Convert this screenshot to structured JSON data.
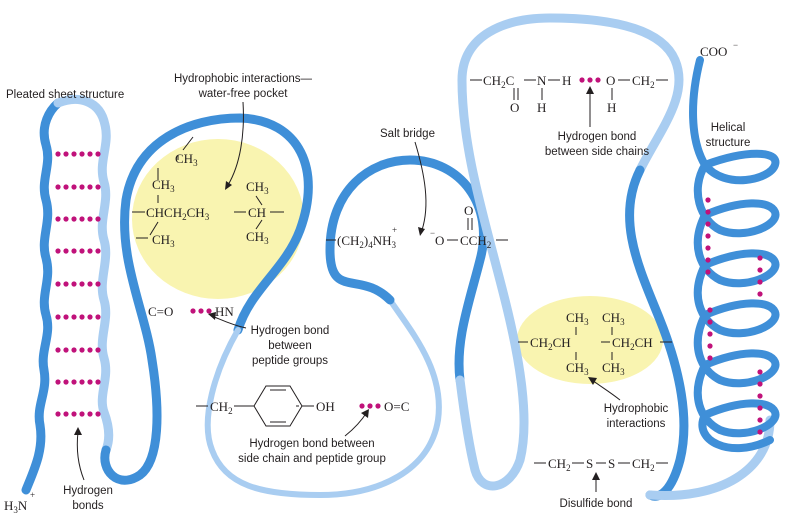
{
  "colors": {
    "ribbon": "#3f8fd8",
    "ribbon_light": "#a9cdf1",
    "pocket": "#f9f4b0",
    "hbond_dot": "#c0127a",
    "text": "#231f20"
  },
  "labels": {
    "pleated_sheet": "Pleated sheet structure",
    "hydrophobic_pocket_1": "Hydrophobic interactions—",
    "hydrophobic_pocket_2": "water-free pocket",
    "salt_bridge": "Salt bridge",
    "hbond_side_chains_1": "Hydrogen bond",
    "hbond_side_chains_2": "between side chains",
    "helical_1": "Helical",
    "helical_2": "structure",
    "hbond_peptide_1": "Hydrogen bond",
    "hbond_peptide_2": "between",
    "hbond_peptide_3": "peptide groups",
    "hbond_side_peptide_1": "Hydrogen bond between",
    "hbond_side_peptide_2": "side chain and peptide group",
    "hydrophobic_2_1": "Hydrophobic",
    "hydrophobic_2_2": "interactions",
    "disulfide": "Disulfide bond",
    "hydrogen_bonds_1": "Hydrogen",
    "hydrogen_bonds_2": "bonds"
  },
  "chem": {
    "n_terminus": "H3N",
    "n_terminus_charge": "+",
    "c_terminus": "COO",
    "c_terminus_charge": "−",
    "ch3_top": "CH3",
    "ch3_a": "CH3",
    "chch2ch3": "CHCH2CH3",
    "ch3_b": "CH3",
    "isopropyl_ch3_top": "CH3",
    "isopropyl_ch": "CH",
    "isopropyl_ch3_bottom": "CH3",
    "co": "C=O",
    "hn": "HN",
    "nh3_chain": "(CH2)4NH3",
    "nh3_charge": "+",
    "carboxylate_o": "O",
    "carboxylate_charge": "−",
    "carboxylate_c": "CCH2",
    "carboxylate_dbl_o": "O",
    "side_chain_left": "CH2C",
    "side_chain_n": "N",
    "side_chain_h": "H",
    "side_chain_o": "O",
    "side_chain_nh": "H",
    "side_chain_oh_h": "H",
    "side_chain_ch2": "CH2",
    "phenol_ch2": "CH2",
    "phenol_oh": "OH",
    "peptide_oc": "O=C",
    "hydro2_ch3_1": "CH3",
    "hydro2_ch3_2": "CH3",
    "hydro2_ch2ch": "CH2CH",
    "hydro2_ch2ch_r": "CH2CH",
    "hydro2_ch3_3": "CH3",
    "hydro2_ch3_4": "CH3",
    "disulfide_ch2_l": "CH2",
    "disulfide_s1": "S",
    "disulfide_s2": "S",
    "disulfide_ch2_r": "CH2"
  }
}
